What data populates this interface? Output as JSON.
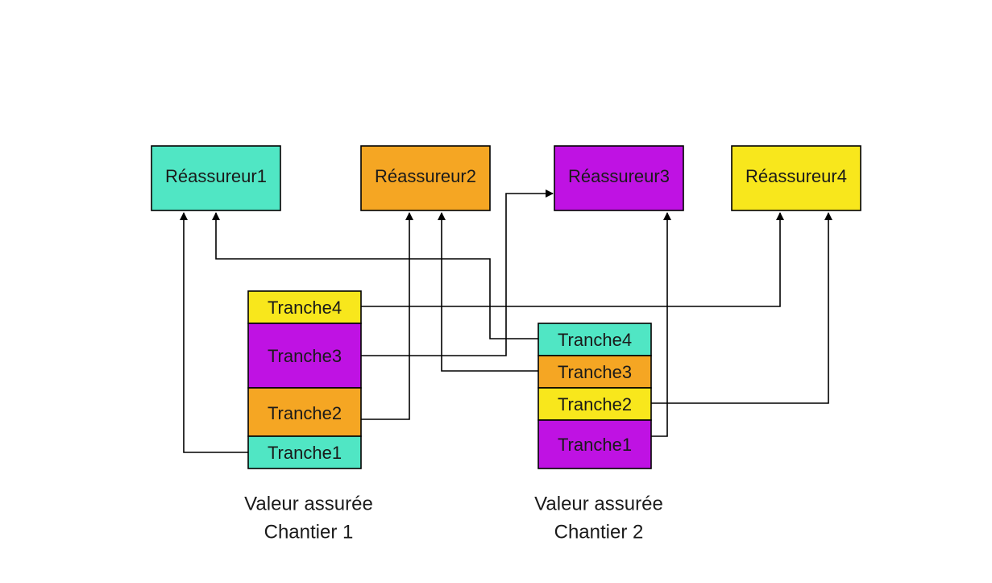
{
  "colors": {
    "teal": "#50e6c4",
    "orange": "#f5a623",
    "purple": "#bf12e3",
    "yellow": "#f8e71c",
    "line": "#000000"
  },
  "reinsurers": [
    {
      "id": "r1",
      "label": "Réassureur1",
      "color": "teal"
    },
    {
      "id": "r2",
      "label": "Réassureur2",
      "color": "orange"
    },
    {
      "id": "r3",
      "label": "Réassureur3",
      "color": "purple"
    },
    {
      "id": "r4",
      "label": "Réassureur4",
      "color": "yellow"
    }
  ],
  "sites": [
    {
      "id": "c1",
      "caption_line1": "Valeur assurée",
      "caption_line2": "Chantier 1",
      "tranches": [
        {
          "id": "c1t4",
          "label": "Tranche4",
          "color": "yellow",
          "target": "r4"
        },
        {
          "id": "c1t3",
          "label": "Tranche3",
          "color": "purple",
          "target": "r3"
        },
        {
          "id": "c1t2",
          "label": "Tranche2",
          "color": "orange",
          "target": "r2"
        },
        {
          "id": "c1t1",
          "label": "Tranche1",
          "color": "teal",
          "target": "r1"
        }
      ]
    },
    {
      "id": "c2",
      "caption_line1": "Valeur assurée",
      "caption_line2": "Chantier 2",
      "tranches": [
        {
          "id": "c2t4",
          "label": "Tranche4",
          "color": "teal",
          "target": "r1"
        },
        {
          "id": "c2t3",
          "label": "Tranche3",
          "color": "orange",
          "target": "r2"
        },
        {
          "id": "c2t2",
          "label": "Tranche2",
          "color": "yellow",
          "target": "r4"
        },
        {
          "id": "c2t1",
          "label": "Tranche1",
          "color": "purple",
          "target": "r3"
        }
      ]
    }
  ]
}
